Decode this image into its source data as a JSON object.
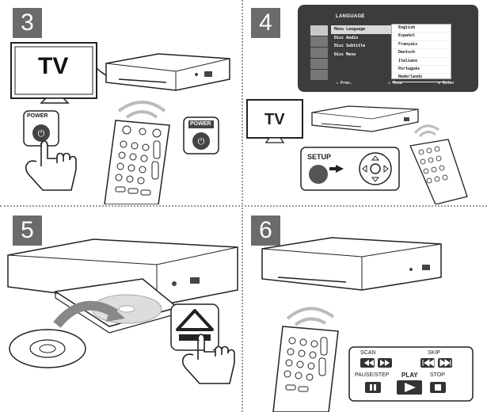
{
  "steps": [
    "3",
    "4",
    "5",
    "6"
  ],
  "step3": {
    "tv_label": "TV",
    "power_label": "POWER",
    "remote_power_label": "POWER"
  },
  "step4": {
    "menu_title": "LANGUAGE",
    "menu_rows": [
      "Menu Language",
      "Disc Audio",
      "Disc Subtitle",
      "Disc Menu"
    ],
    "options": [
      "English",
      "Español",
      "Français",
      "Deutsch",
      "Italiano",
      "Português",
      "Nederlands"
    ],
    "footer": [
      "◂ Prev.",
      "⇕ Move",
      "⊙ Enter"
    ],
    "tv_label": "TV",
    "setup_label": "SETUP"
  },
  "step6": {
    "scan": "SCAN",
    "skip": "SKIP",
    "pause_step": "PAUSE/STEP",
    "play": "PLAY",
    "stop": "STOP"
  }
}
